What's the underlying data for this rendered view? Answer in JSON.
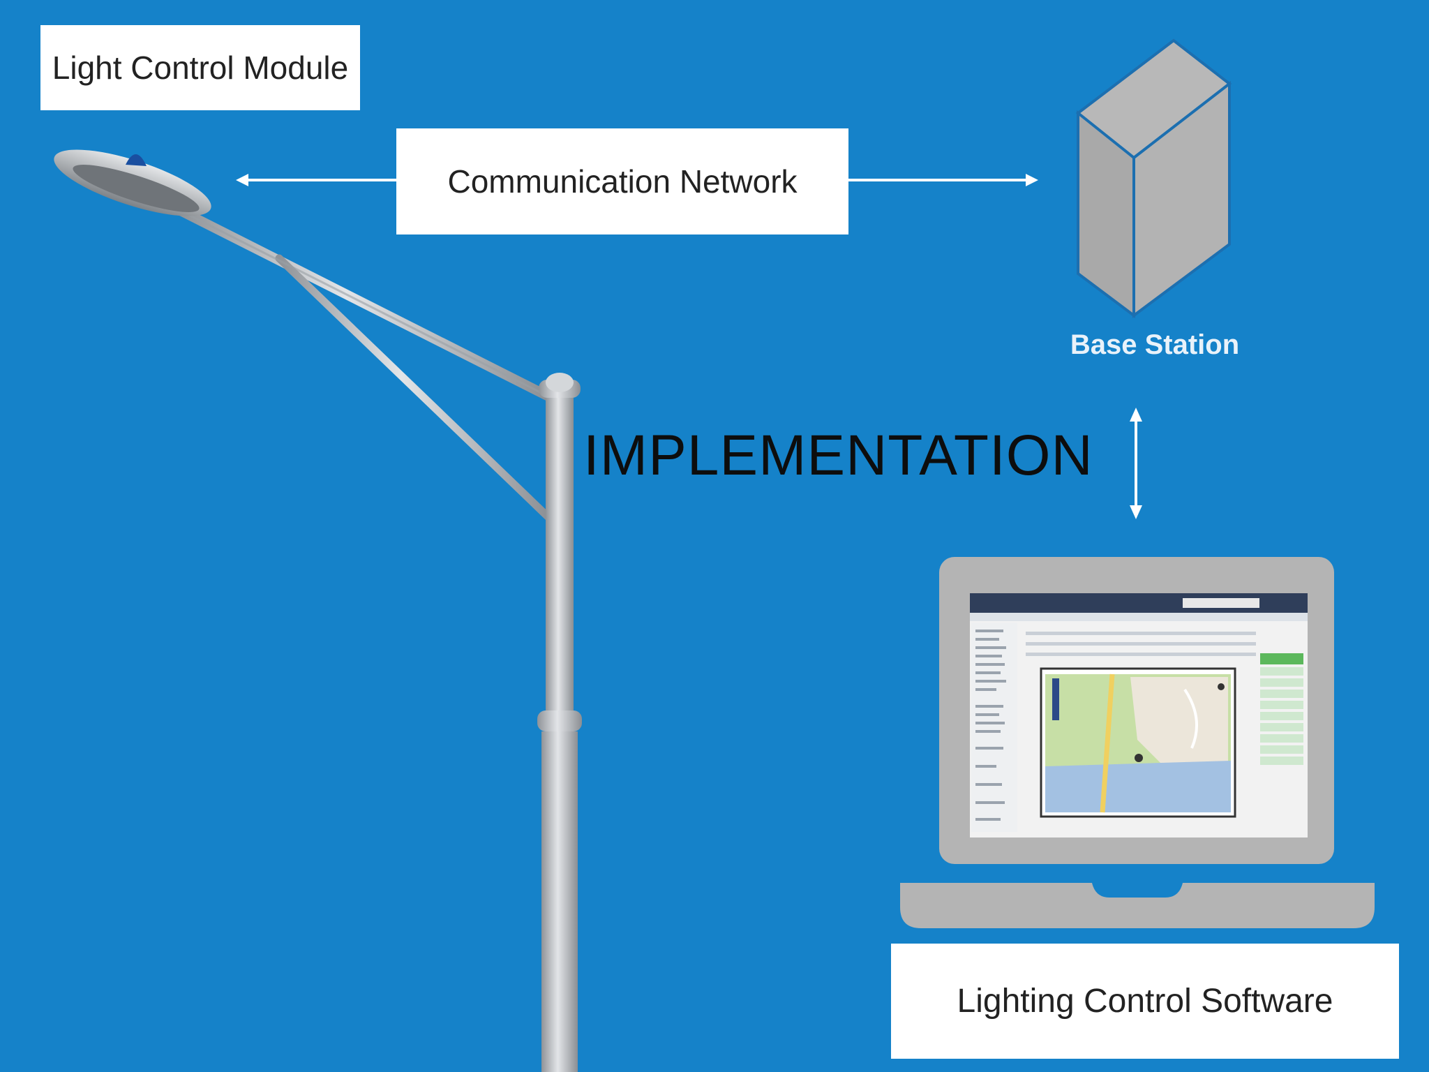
{
  "title": "IMPLEMENTATION",
  "labels": {
    "light_control_module": "Light Control Module",
    "communication_network": "Communication Network",
    "base_station": "Base Station",
    "lighting_control_software": "Lighting Control Software"
  },
  "colors": {
    "background": "#1582c9",
    "label_box": "#ffffff",
    "device_gray": "#b4b4b4",
    "arrow": "#ffffff"
  },
  "icons": [
    "street-lamp-icon",
    "base-station-icon",
    "laptop-icon",
    "map-screen-icon"
  ]
}
